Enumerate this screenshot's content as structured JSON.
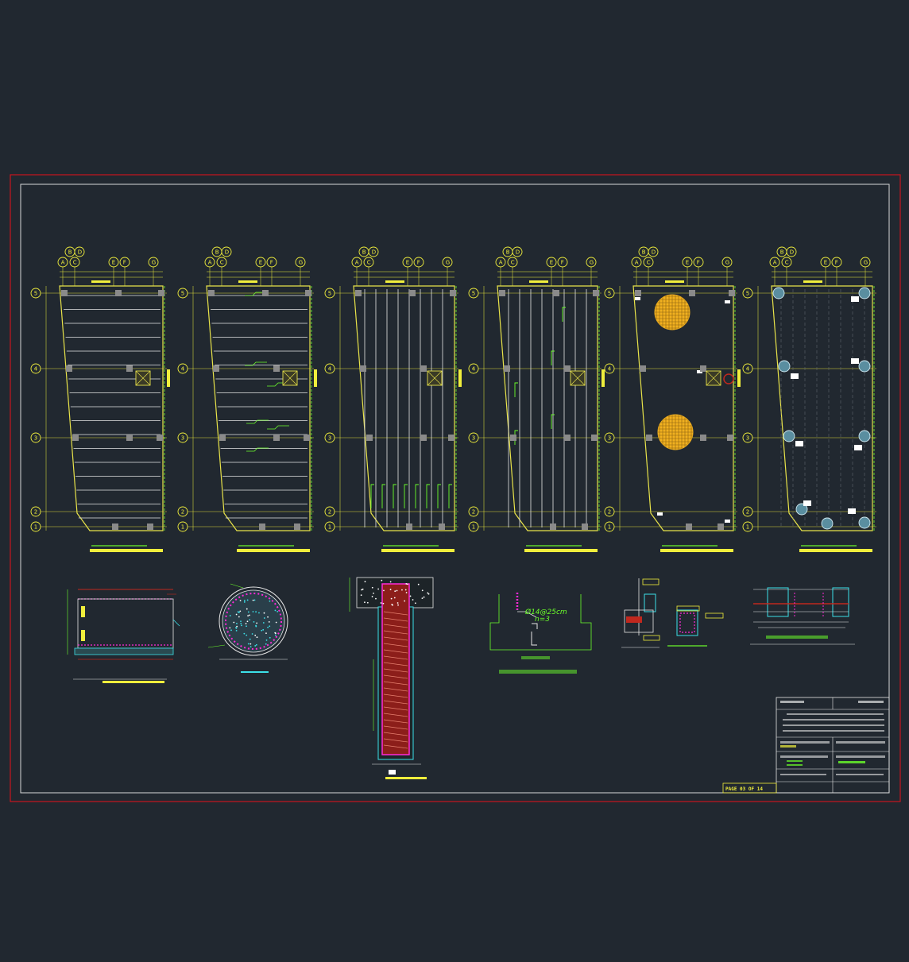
{
  "sheet": {
    "page_label": "PAGE 03 OF 14"
  },
  "colors": {
    "background": "#212830",
    "outer_border": "#c8141e",
    "inner_border": "#d8d8d8",
    "grid_line": "#f0ee3c",
    "slab_outline": "#e8e34a",
    "rebar_white": "#e6e6e6",
    "rebar_green": "#6cff2a",
    "column": "#8a8a8a",
    "cyan": "#3ce0e8",
    "magenta": "#ff2ad8",
    "red_hatch": "#c0281e",
    "orange_circle": "#f0b020"
  },
  "plans": {
    "grid_cols": [
      "A",
      "B",
      "C",
      "D",
      "E",
      "F",
      "G"
    ],
    "grid_rows": [
      "5",
      "4",
      "3",
      "2",
      "1"
    ]
  },
  "details": {
    "callout_bar": "Ø14@25cm",
    "callout_n": "n=3"
  },
  "title_block": {
    "notes": "—"
  }
}
